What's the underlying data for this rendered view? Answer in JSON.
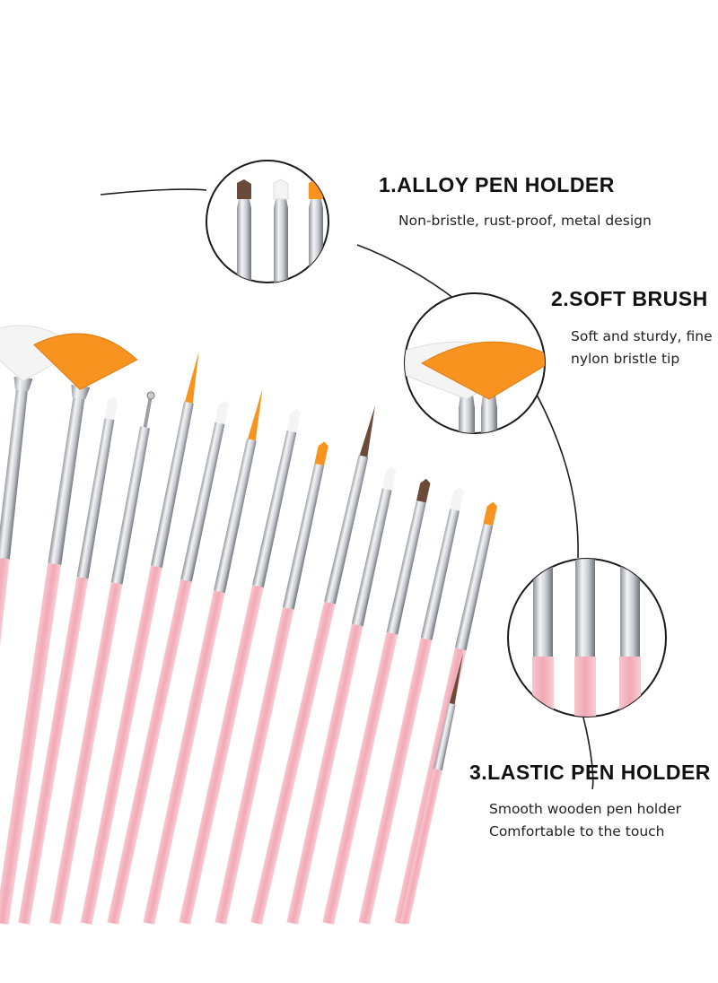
{
  "features": [
    {
      "title": "1.ALLOY PEN HOLDER",
      "lines": [
        "Non-bristle, rust-proof, metal design"
      ]
    },
    {
      "title": "2.SOFT BRUSH",
      "lines": [
        "Soft and sturdy, fine",
        "nylon bristle tip"
      ]
    },
    {
      "title": "3.LASTIC PEN HOLDER",
      "lines": [
        "Smooth wooden pen holder",
        "Comfortable to the touch"
      ]
    }
  ],
  "colors": {
    "background": "#ffffff",
    "handle_pink": "#f4b9c2",
    "ferrule_silver": "#b8bcc2",
    "bristle_orange": "#f7931e",
    "bristle_white": "#f4f4f4",
    "bristle_brown": "#6b4a3a",
    "connector_line": "#222222"
  },
  "icons": [
    "brush-icon",
    "fan-brush-icon",
    "zoom-circle-icon"
  ]
}
